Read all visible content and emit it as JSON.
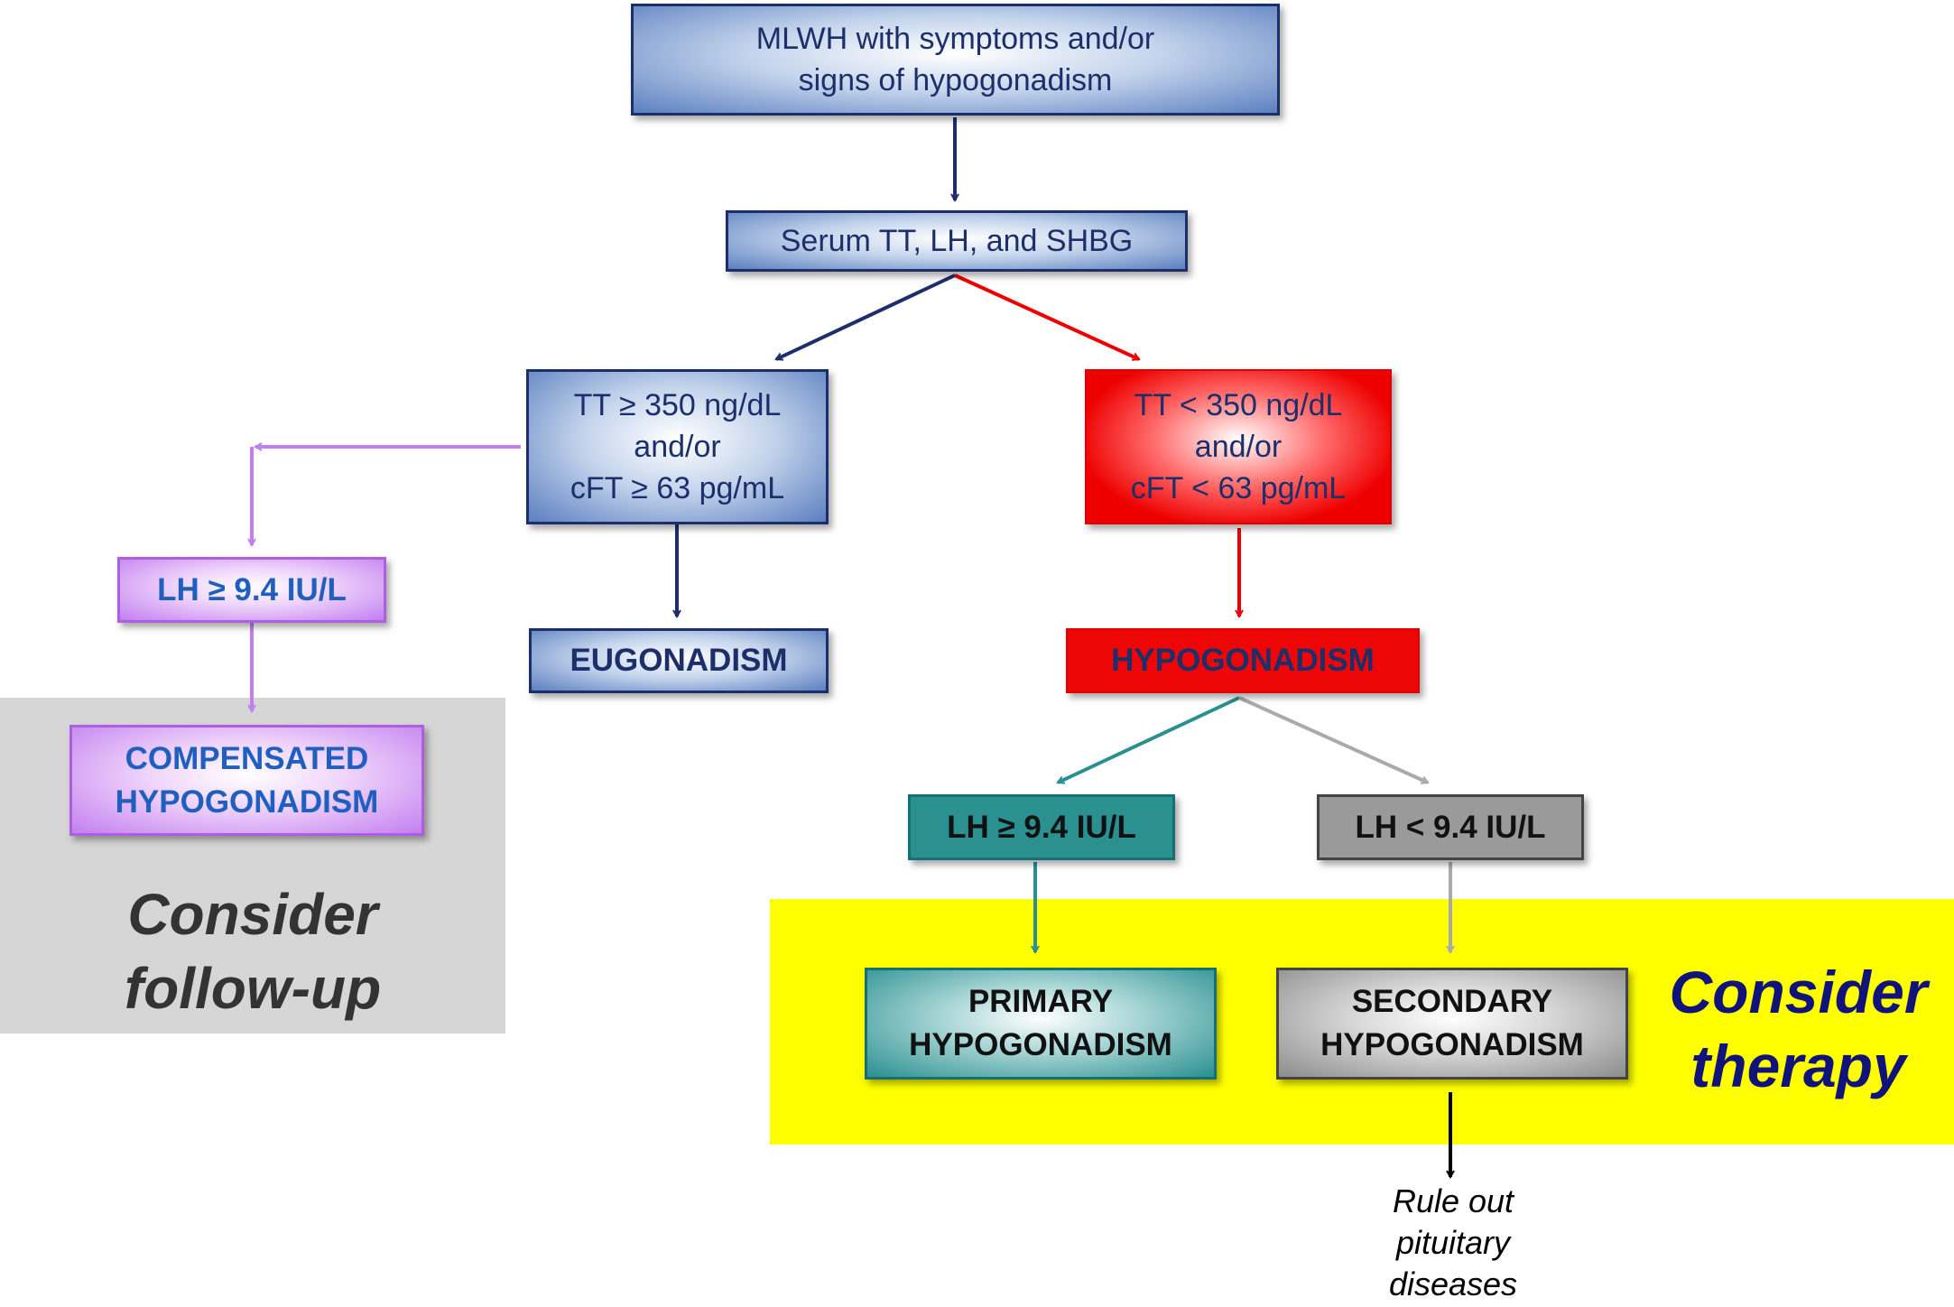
{
  "nodes": {
    "start": "MLWH with symptoms and/or\nsigns of hypogonadism",
    "serum": "Serum TT, LH, and SHBG",
    "tt_high": "TT ≥ 350 ng/dL\nand/or\ncFT ≥ 63 pg/mL",
    "tt_low": "TT < 350 ng/dL\nand/or\ncFT < 63 pg/mL",
    "lh_high_left": "LH ≥ 9.4 IU/L",
    "eugonadism": "EUGONADISM",
    "hypogonadism": "HYPOGONADISM",
    "compensated": "COMPENSATED\nHYPOGONADISM",
    "lh_high_right": "LH ≥ 9.4 IU/L",
    "lh_low_right": "LH < 9.4 IU/L",
    "primary": "PRIMARY\nHYPOGONADISM",
    "secondary": "SECONDARY\nHYPOGONADISM"
  },
  "annotations": {
    "follow_up": "Consider\nfollow-up",
    "therapy": "Consider\ntherapy",
    "rule_out": "Rule out\npituitary\ndiseases"
  },
  "colors": {
    "navy": "#1c2f6b",
    "red": "#ee0000",
    "purple": "#c27ff0",
    "teal": "#2a8f90",
    "gray": "#9a9a9a",
    "gray_region": "#d6d6d6",
    "yellow_region": "#ffff00"
  }
}
